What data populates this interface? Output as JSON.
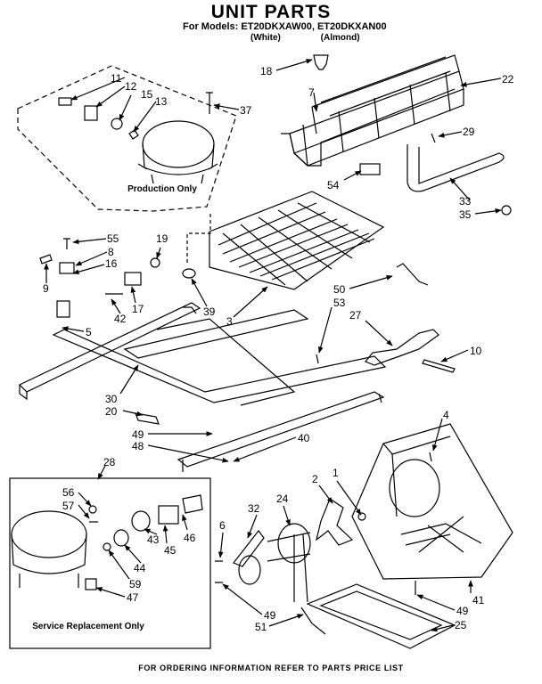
{
  "header": {
    "title": "UNIT PARTS",
    "models": "For Models: ET20DKXAW00, ET20DKXAN00",
    "variants": "(White) (Almond)"
  },
  "boxes": {
    "production": "Production Only",
    "service": "Service Replacement Only"
  },
  "footer": "FOR ORDERING INFORMATION REFER TO PARTS PRICE LIST",
  "callouts": [
    {
      "id": "11",
      "label": "11"
    },
    {
      "id": "12",
      "label": "12"
    },
    {
      "id": "15",
      "label": "15"
    },
    {
      "id": "13",
      "label": "13"
    },
    {
      "id": "37",
      "label": "37"
    },
    {
      "id": "18",
      "label": "18"
    },
    {
      "id": "7",
      "label": "7"
    },
    {
      "id": "22",
      "label": "22"
    },
    {
      "id": "29",
      "label": "29"
    },
    {
      "id": "54",
      "label": "54"
    },
    {
      "id": "33",
      "label": "33"
    },
    {
      "id": "35",
      "label": "35"
    },
    {
      "id": "55",
      "label": "55"
    },
    {
      "id": "8",
      "label": "8"
    },
    {
      "id": "19",
      "label": "19"
    },
    {
      "id": "16",
      "label": "16"
    },
    {
      "id": "9",
      "label": "9"
    },
    {
      "id": "17",
      "label": "17"
    },
    {
      "id": "39",
      "label": "39"
    },
    {
      "id": "3",
      "label": "3"
    },
    {
      "id": "42",
      "label": "42"
    },
    {
      "id": "50",
      "label": "50"
    },
    {
      "id": "53",
      "label": "53"
    },
    {
      "id": "27",
      "label": "27"
    },
    {
      "id": "5",
      "label": "5"
    },
    {
      "id": "10",
      "label": "10"
    },
    {
      "id": "30",
      "label": "30"
    },
    {
      "id": "20",
      "label": "20"
    },
    {
      "id": "49a",
      "label": "49"
    },
    {
      "id": "48",
      "label": "48"
    },
    {
      "id": "40",
      "label": "40"
    },
    {
      "id": "4",
      "label": "4"
    },
    {
      "id": "28",
      "label": "28"
    },
    {
      "id": "56",
      "label": "56"
    },
    {
      "id": "57",
      "label": "57"
    },
    {
      "id": "1",
      "label": "1"
    },
    {
      "id": "2",
      "label": "2"
    },
    {
      "id": "24",
      "label": "24"
    },
    {
      "id": "32",
      "label": "32"
    },
    {
      "id": "6",
      "label": "6"
    },
    {
      "id": "46",
      "label": "46"
    },
    {
      "id": "45",
      "label": "45"
    },
    {
      "id": "43",
      "label": "43"
    },
    {
      "id": "44",
      "label": "44"
    },
    {
      "id": "59",
      "label": "59"
    },
    {
      "id": "47",
      "label": "47"
    },
    {
      "id": "41",
      "label": "41"
    },
    {
      "id": "49b",
      "label": "49"
    },
    {
      "id": "49c",
      "label": "49"
    },
    {
      "id": "51",
      "label": "51"
    },
    {
      "id": "25",
      "label": "25"
    }
  ]
}
